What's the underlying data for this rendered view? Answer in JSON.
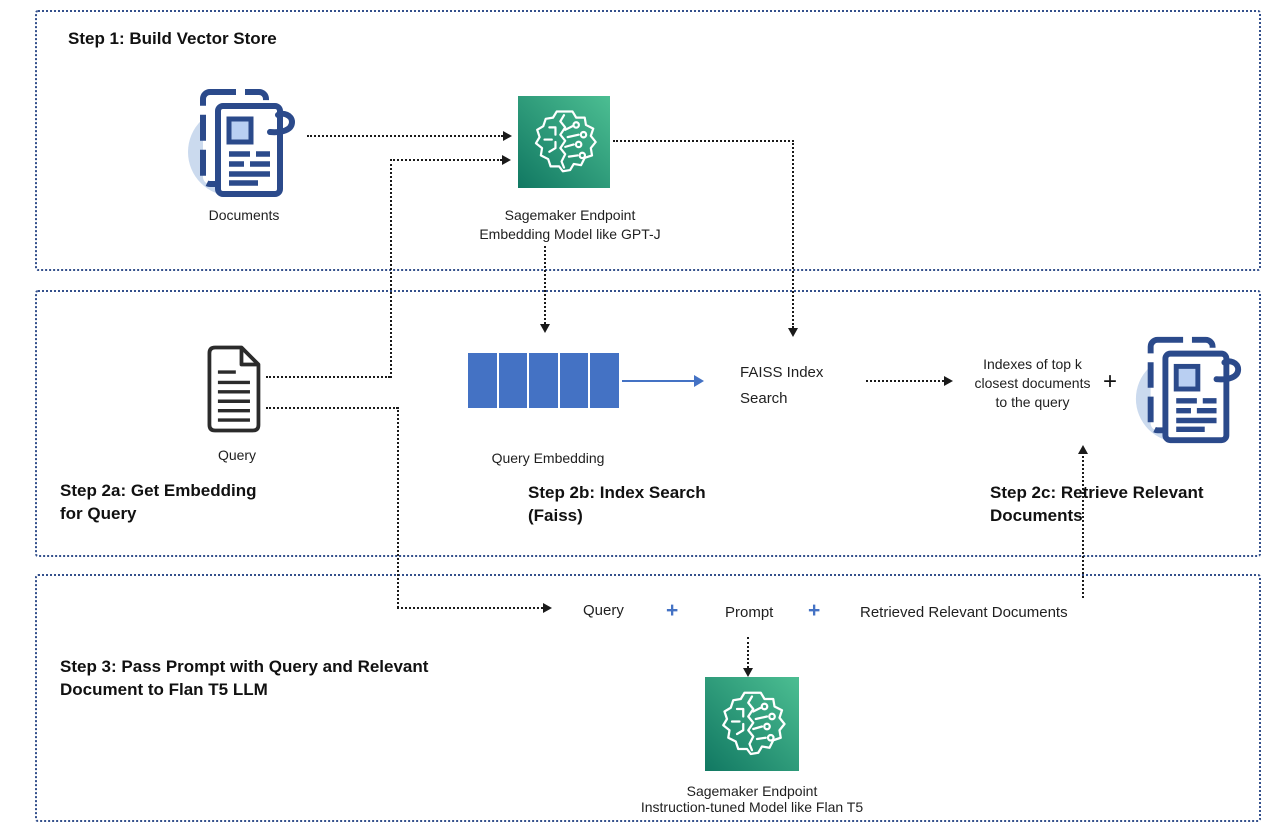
{
  "colors": {
    "box_border": "#34508C",
    "accent_blue": "#4472C4",
    "document_navy": "#2B4A8B",
    "sagemaker_green_dark": "#117862",
    "sagemaker_green_light": "#4CBE92",
    "connector_black": "#1A1A1A"
  },
  "step1": {
    "title": "Step 1: Build Vector Store",
    "documents_caption": "Documents",
    "endpoint_caption": [
      "Sagemaker Endpoint",
      "Embedding Model like GPT-J"
    ]
  },
  "step2": {
    "query_caption": "Query",
    "label_2a": [
      "Step 2a: Get Embedding",
      "for Query"
    ],
    "query_embedding_caption": "Query Embedding",
    "label_2b": [
      "Step 2b: Index Search",
      "(Faiss)"
    ],
    "faiss_text": "FAISS Index Search",
    "indexes_text": "Indexes of top k closest documents to the query",
    "plus": "+",
    "label_2c": [
      "Step 2c: Retrieve Relevant",
      "Documents"
    ]
  },
  "step3": {
    "label_3": [
      "Step 3: Pass Prompt with Query and Relevant",
      "Document to Flan T5 LLM"
    ],
    "query_text": "Query",
    "plus1": "+",
    "prompt_text": "Prompt",
    "plus2": "+",
    "retrieved_text": "Retrieved Relevant Documents",
    "endpoint_caption": [
      "Sagemaker Endpoint",
      "Instruction-tuned Model like Flan T5"
    ]
  }
}
